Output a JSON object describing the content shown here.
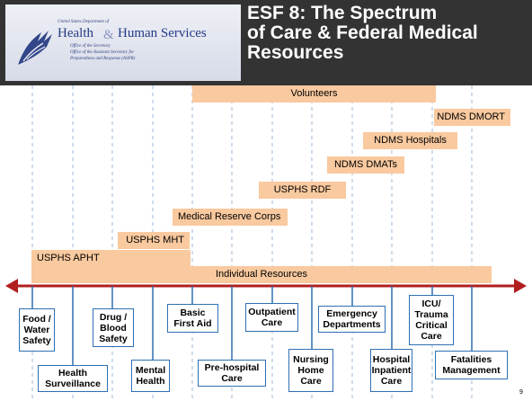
{
  "header": {
    "logo": {
      "small_top": "United States Department of",
      "org_word_1": "Health",
      "ampersand": "&",
      "org_word_2": "Human Services",
      "sub_lines": [
        "Office of the Secretary",
        "Office of the Assistant Secretary for",
        "Preparedness and Response (ASPR)"
      ]
    },
    "title_lines": [
      "ESF 8:  The Spectrum",
      "of Care & Federal Medical",
      "Resources"
    ]
  },
  "bars": [
    {
      "label": "Volunteers"
    },
    {
      "label": "NDMS DMORT"
    },
    {
      "label": "NDMS Hospitals"
    },
    {
      "label": "NDMS DMATs"
    },
    {
      "label": "USPHS RDF"
    },
    {
      "label": "Medical Reserve Corps"
    },
    {
      "label": "USPHS MHT"
    },
    {
      "label": "USPHS APHT"
    },
    {
      "label": "Individual Resources"
    }
  ],
  "categories": [
    {
      "label": "Food /\nWater\nSafety"
    },
    {
      "label": "Health\nSurveillance"
    },
    {
      "label": "Drug /\nBlood\nSafety"
    },
    {
      "label": "Mental\nHealth"
    },
    {
      "label": "Basic\nFirst Aid"
    },
    {
      "label": "Pre-hospital\nCare"
    },
    {
      "label": "Outpatient\nCare"
    },
    {
      "label": "Nursing\nHome\nCare"
    },
    {
      "label": "Emergency\nDepartments"
    },
    {
      "label": "Hospital\nInpatient\nCare"
    },
    {
      "label": "ICU/\nTrauma\nCritical\nCare"
    },
    {
      "label": "Fatalities\nManagement"
    }
  ],
  "colors": {
    "bar_fill": "#f9c99f",
    "arrow": "#b01e1e",
    "box_border": "#2f6fb3",
    "header_bg": "#333333"
  },
  "slide_number": "9"
}
